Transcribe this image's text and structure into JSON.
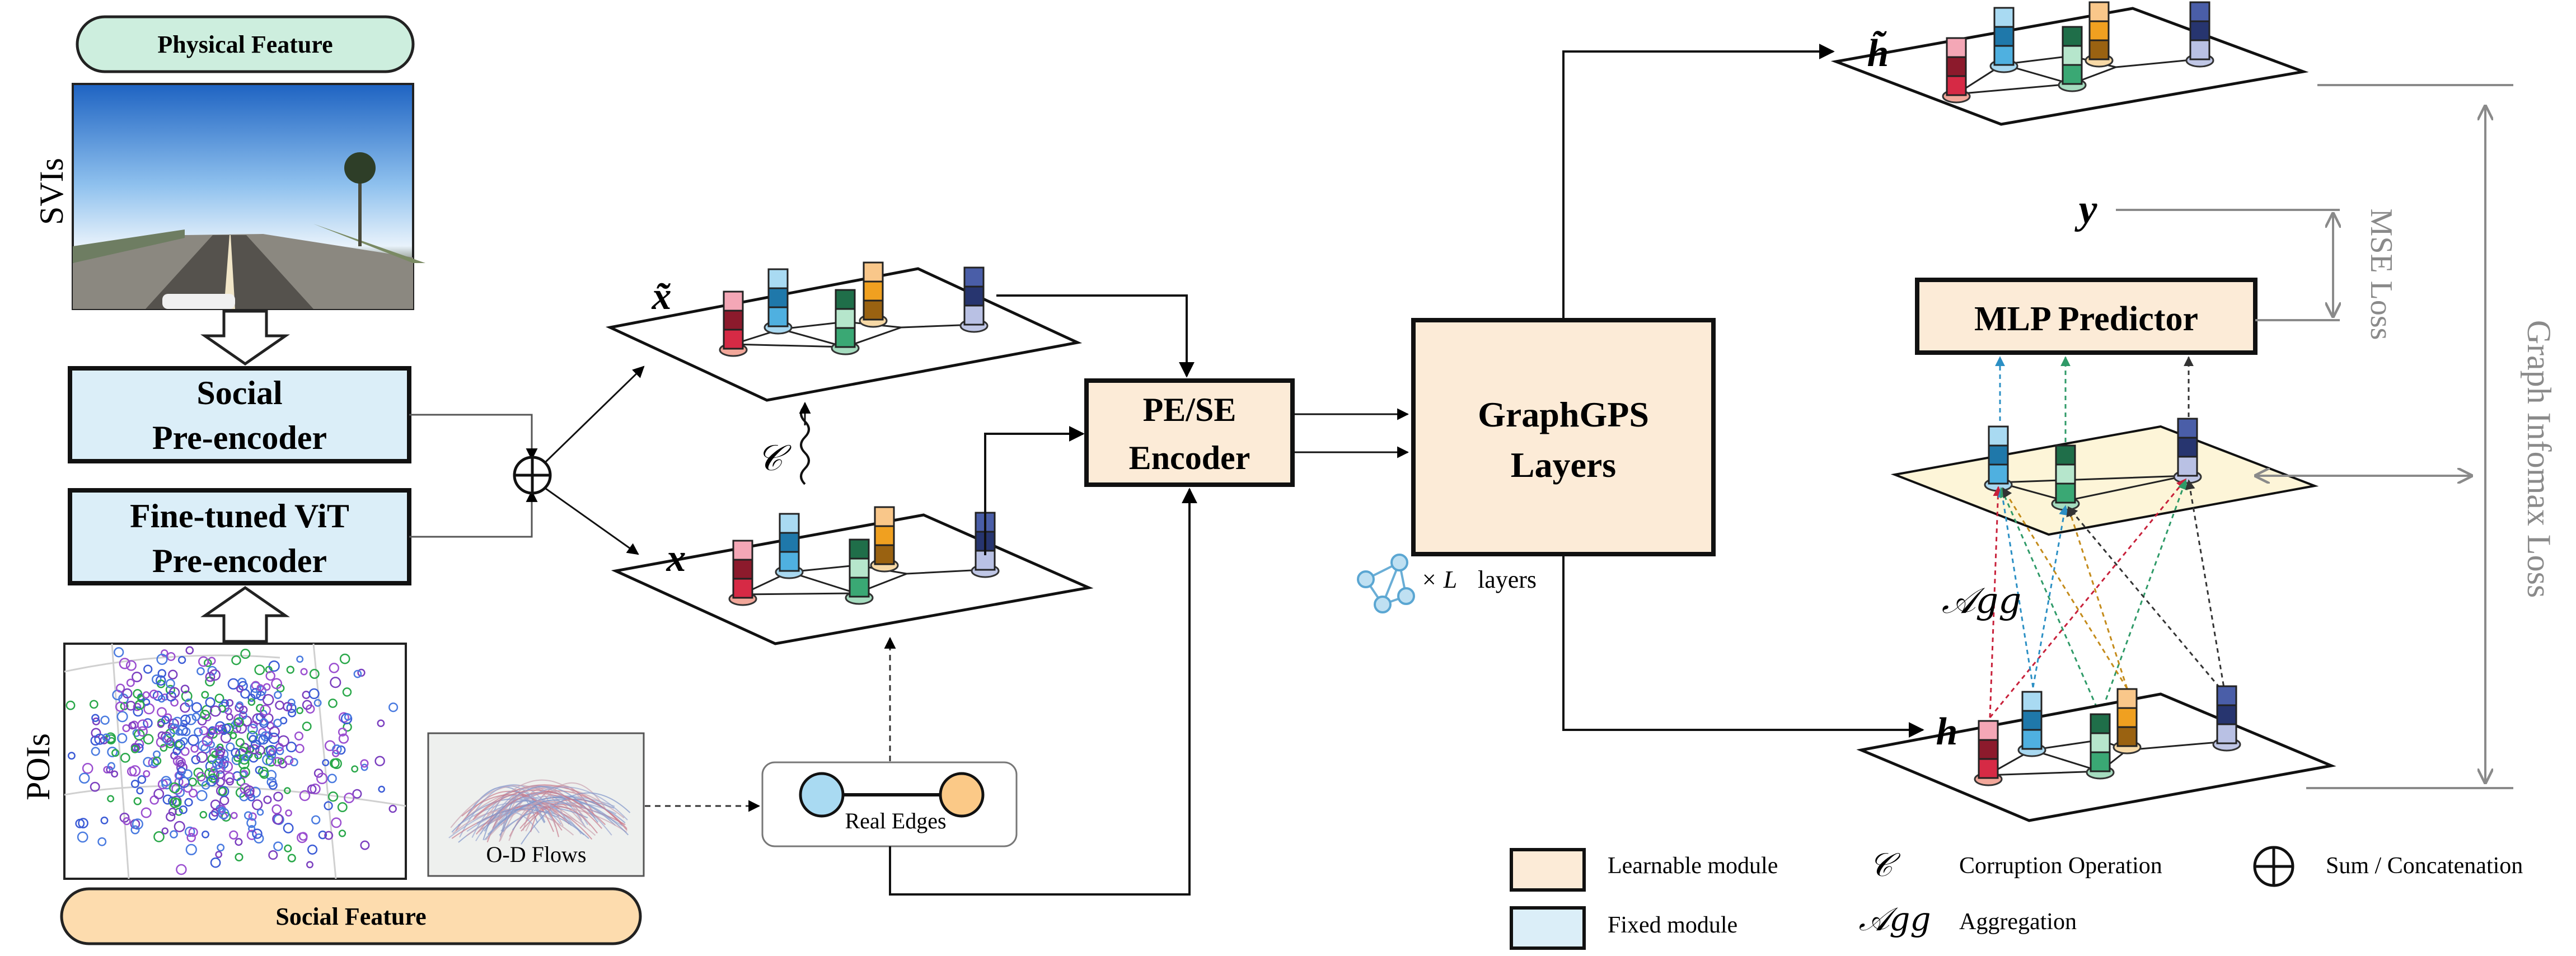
{
  "left": {
    "physical_feature_label": "Physical Feature",
    "svis_label": "SVIs",
    "social_preencoder_line1": "Social",
    "social_preencoder_line2": "Pre-encoder",
    "vit_preencoder_line1": "Fine-tuned ViT",
    "vit_preencoder_line2": "Pre-encoder",
    "pois_label": "POIs",
    "od_flows_label": "O-D Flows",
    "social_feature_label": "Social Feature"
  },
  "middle": {
    "x_tilde_label": "x̃",
    "x_label": "x",
    "corruption_symbol": "𝒞",
    "real_edges_label": "Real Edges",
    "pese_line1": "PE/SE",
    "pese_line2": "Encoder",
    "gps_line1": "GraphGPS",
    "gps_line2": "Layers",
    "layers_times": "× L",
    "layers_word": "layers"
  },
  "right": {
    "h_tilde_label": "h̃",
    "y_label": "y",
    "mlp_label": "MLP Predictor",
    "mse_loss_label": "MSE Loss",
    "infomax_label": "Graph Infomax Loss",
    "agg_label": "𝒜𝑔𝑔",
    "h_label": "h"
  },
  "legend": {
    "learnable": "Learnable module",
    "fixed": "Fixed module",
    "corruption_symbol": "𝒞",
    "corruption": "Corruption Operation",
    "agg_symbol": "𝒜𝑔𝑔",
    "aggregation": "Aggregation",
    "sum": "Sum / Concatenation"
  },
  "colors": {
    "learnable_fill": "#fcebd7",
    "fixed_fill": "#dbeef8",
    "physical_pill": "#cdeede",
    "social_pill": "#fddcae",
    "gray_text": "#8a8a8a",
    "red": "#c8203a",
    "blue": "#2b8fc4",
    "green": "#2f9a68",
    "orange": "#e5951a",
    "navy": "#3b4f8f"
  }
}
